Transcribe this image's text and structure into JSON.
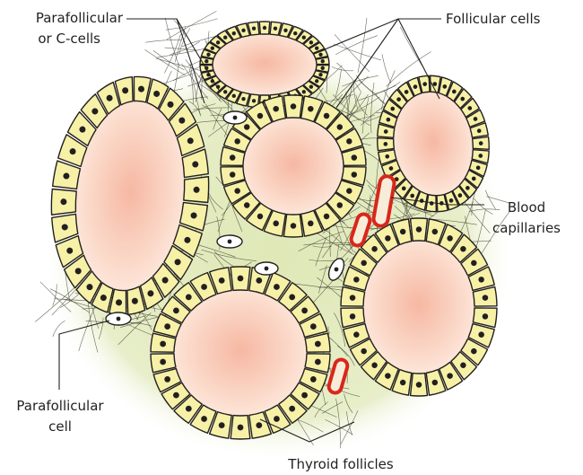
{
  "labels": {
    "parafollicular_c_cells_line1": "Parafollicular",
    "parafollicular_c_cells_line2": "or C-cells",
    "follicular_cells": "Follicular cells",
    "blood_capillaries_line1": "Blood",
    "blood_capillaries_line2": "capillaries",
    "parafollicular_cell_line1": "Parafollicular",
    "parafollicular_cell_line2": "cell",
    "thyroid_follicles": "Thyroid follicles"
  },
  "colors": {
    "cell_fill": "#f6f1a6",
    "cell_stroke": "#231f20",
    "colloid_center": "#f6b8a3",
    "colloid_edge": "#fde9dd",
    "stroma": "#e4ecc0",
    "capillary": "#d9261c"
  }
}
